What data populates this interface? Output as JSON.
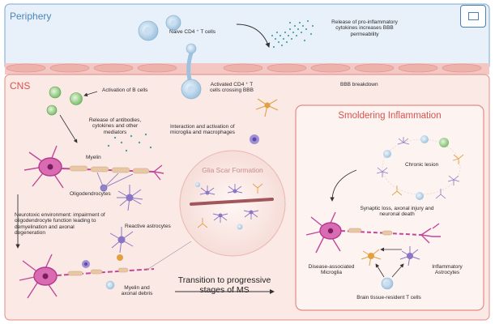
{
  "periphery": {
    "title": "Periphery",
    "naive_cells": "Naive CD4 ⁺ T cells",
    "release": "Release of pro-inflammatory cytokines increases BBB permeability"
  },
  "cns": {
    "title": "CNS",
    "activation_b": "Activation of B cells",
    "activated_cd4": "Activated CD4 ⁺ T cells crossing BBB",
    "bbb_breakdown": "BBB breakdown",
    "release_antibodies": "Release of antibodies, cytokines and other mediators",
    "interaction": "Interaction and activation of microglia and macrophages",
    "myelin": "Myelin",
    "oligodendrocytes": "Oligodendrocytes",
    "reactive_astrocytes": "Reactive astrocytes",
    "neurotoxic": "Neurotoxic environment: impairment of oligodendrocyte function leading to demyelination and axonal degeneration",
    "myelin_debris": "Myelin and axonal debris",
    "glia_scar": "Glia Scar Formation",
    "transition": "Transition to progressive stages of MS"
  },
  "smoldering": {
    "title": "Smoldering Inflammation",
    "chronic_lesion": "Chronic lesion",
    "synaptic_loss": "Synaptic loss, axonal injury and neuronal death",
    "disease_microglia": "Disease-associated Microglia",
    "inflammatory_astro": "Inflammatory Astrocytes",
    "resident_t": "Brain tissue-resident T cells"
  },
  "colors": {
    "periphery_bg": "#e8f1f9",
    "cns_bg": "#fbe9e6",
    "border_blue": "#7aa7cf",
    "border_red": "#e58b84",
    "neuron": "#c2479a",
    "microglia": "#8a76c4",
    "astrocyte": "#e3a040",
    "t_cell": "#a9cbe4"
  }
}
